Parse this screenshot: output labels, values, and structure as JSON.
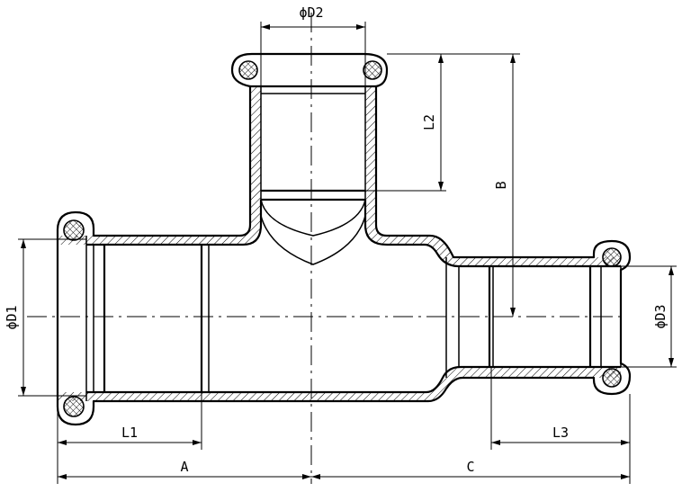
{
  "diagram": {
    "type": "reducing press-fit tee fitting technical drawing",
    "labels": {
      "d1": "ϕD1",
      "d2": "ϕD2",
      "d3": "ϕD3",
      "l1": "L1",
      "l2": "L2",
      "l3": "L3",
      "a": "A",
      "b": "B",
      "c": "C"
    }
  }
}
